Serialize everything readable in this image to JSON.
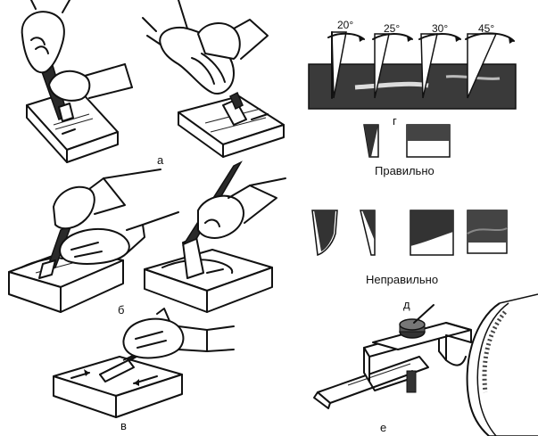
{
  "labels": {
    "a": "а",
    "b": "б",
    "v": "в",
    "g": "г",
    "d": "д",
    "e": "е"
  },
  "angles": [
    "20°",
    "25°",
    "30°",
    "45°"
  ],
  "captions": {
    "correct": "Правильно",
    "incorrect": "Неправильно"
  }
}
